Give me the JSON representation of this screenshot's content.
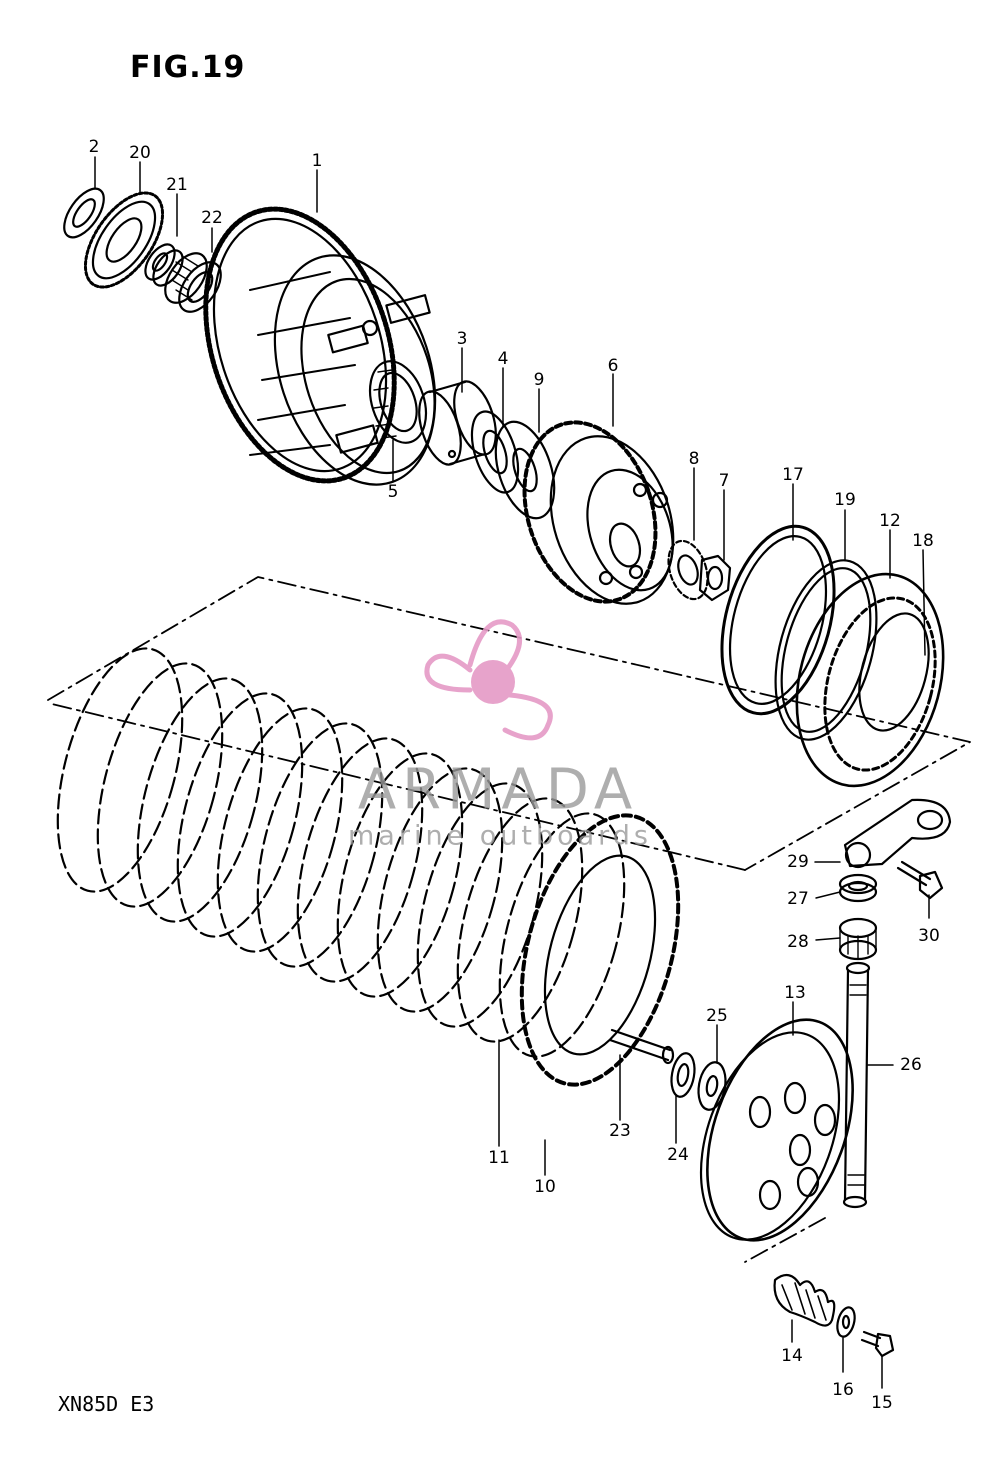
{
  "figure": {
    "title": "FIG.19",
    "model_code": "XN85D E3"
  },
  "watermark": {
    "brand": "ARMADA",
    "tagline": "marine outboards",
    "logo_color": "#e59ac6",
    "text_color": "#9a9a9a"
  },
  "line_color": "#000000",
  "callouts": [
    {
      "id": "c1",
      "label": "1"
    },
    {
      "id": "c2",
      "label": "2"
    },
    {
      "id": "c3",
      "label": "3"
    },
    {
      "id": "c4",
      "label": "4"
    },
    {
      "id": "c5",
      "label": "5"
    },
    {
      "id": "c6",
      "label": "6"
    },
    {
      "id": "c7",
      "label": "7"
    },
    {
      "id": "c8",
      "label": "8"
    },
    {
      "id": "c9",
      "label": "9"
    },
    {
      "id": "c10",
      "label": "10"
    },
    {
      "id": "c11",
      "label": "11"
    },
    {
      "id": "c12",
      "label": "12"
    },
    {
      "id": "c13",
      "label": "13"
    },
    {
      "id": "c14",
      "label": "14"
    },
    {
      "id": "c15",
      "label": "15"
    },
    {
      "id": "c16",
      "label": "16"
    },
    {
      "id": "c17",
      "label": "17"
    },
    {
      "id": "c18",
      "label": "18"
    },
    {
      "id": "c19",
      "label": "19"
    },
    {
      "id": "c20",
      "label": "20"
    },
    {
      "id": "c21",
      "label": "21"
    },
    {
      "id": "c22",
      "label": "22"
    },
    {
      "id": "c23",
      "label": "23"
    },
    {
      "id": "c24",
      "label": "24"
    },
    {
      "id": "c25",
      "label": "25"
    },
    {
      "id": "c26",
      "label": "26"
    },
    {
      "id": "c27",
      "label": "27"
    },
    {
      "id": "c28",
      "label": "28"
    },
    {
      "id": "c29",
      "label": "29"
    },
    {
      "id": "c30",
      "label": "30"
    }
  ]
}
